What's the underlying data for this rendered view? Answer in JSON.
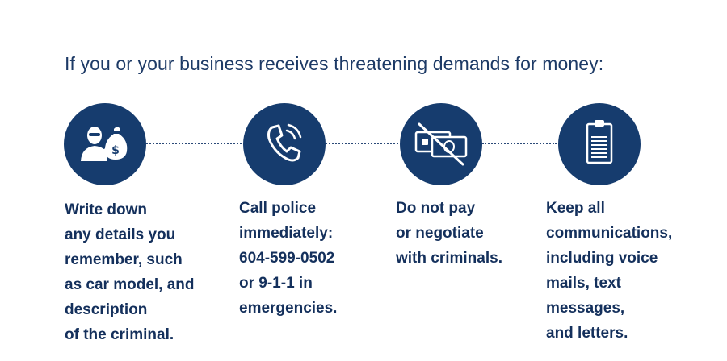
{
  "heading": "If you or your business receives threatening demands for money:",
  "steps": [
    {
      "icon": "robber-money-bag-icon",
      "lines": [
        "Write down",
        "any details you",
        "remember, such",
        "as car model, and",
        "description",
        "of the criminal."
      ]
    },
    {
      "icon": "phone-call-icon",
      "lines": [
        "Call police",
        "immediately:",
        "604-599-0502",
        "or 9-1-1 in",
        "emergencies."
      ]
    },
    {
      "icon": "no-money-icon",
      "lines": [
        "Do not pay",
        "or negotiate",
        "with criminals."
      ]
    },
    {
      "icon": "clipboard-icon",
      "lines": [
        "Keep all",
        "communications,",
        "including voice",
        "mails, text",
        "messages,",
        "and letters."
      ]
    }
  ],
  "colors": {
    "circle": "#163c6e",
    "text": "#14305c",
    "background": "#ffffff"
  }
}
